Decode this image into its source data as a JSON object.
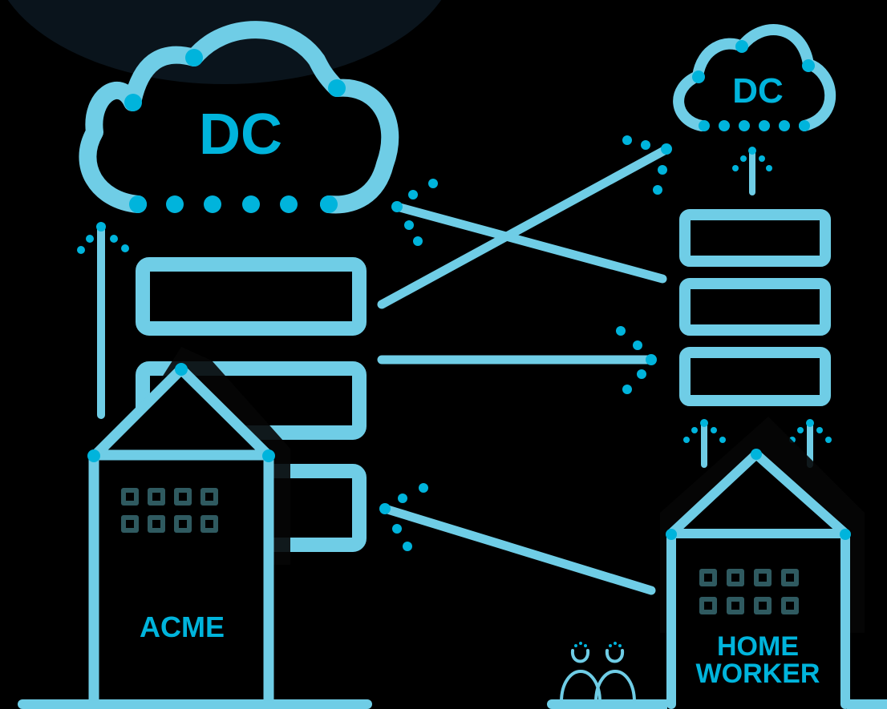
{
  "labels": {
    "dc_left": "DC",
    "dc_right": "DC",
    "acme": "ACME",
    "home_line1": "HOME",
    "home_line2": "WORKER"
  },
  "colors": {
    "background": "#000000",
    "halo": "#0a141c",
    "line": "#6fcde6",
    "accent": "#00b4dc",
    "window": "#2f5a60"
  }
}
